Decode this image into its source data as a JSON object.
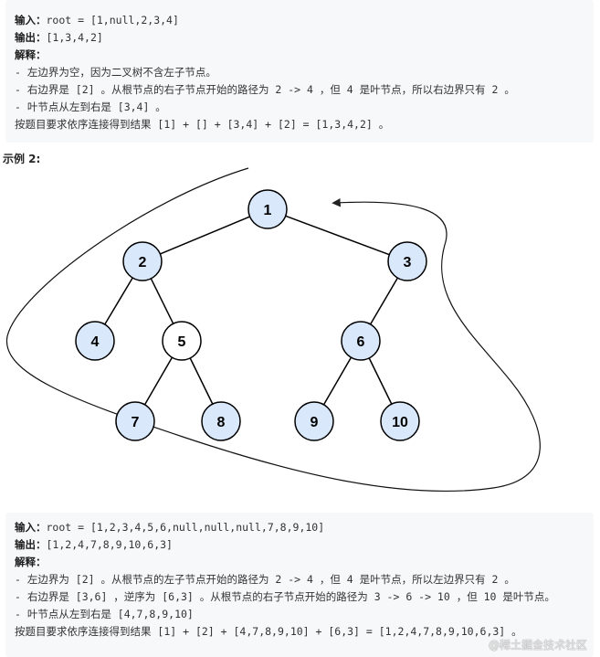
{
  "example1": {
    "input_label": "输入：",
    "input_value": "root = [1,null,2,3,4]",
    "output_label": "输出：",
    "output_value": "[1,3,4,2]",
    "explain_label": "解释：",
    "explain_lines": [
      "- 左边界为空，因为二叉树不含左子节点。",
      "- 右边界是 [2] 。从根节点的右子节点开始的路径为 2 -> 4 ，但 4 是叶节点，所以右边界只有 2 。",
      "- 叶节点从左到右是 [3,4] 。",
      "按题目要求依序连接得到结果 [1] + [] + [3,4] + [2] = [1,3,4,2] 。"
    ]
  },
  "example2_title": "示例 2:",
  "tree": {
    "node_fill_colors": {
      "boundary": "#dae8fc",
      "plain": "#ffffff"
    },
    "nodes": [
      {
        "id": "n1",
        "label": "1",
        "highlighted": true
      },
      {
        "id": "n2",
        "label": "2",
        "highlighted": true
      },
      {
        "id": "n3",
        "label": "3",
        "highlighted": true
      },
      {
        "id": "n4",
        "label": "4",
        "highlighted": true
      },
      {
        "id": "n5",
        "label": "5",
        "highlighted": false
      },
      {
        "id": "n6",
        "label": "6",
        "highlighted": true
      },
      {
        "id": "n7",
        "label": "7",
        "highlighted": true
      },
      {
        "id": "n8",
        "label": "8",
        "highlighted": true
      },
      {
        "id": "n9",
        "label": "9",
        "highlighted": true
      },
      {
        "id": "n10",
        "label": "10",
        "highlighted": true
      }
    ],
    "edges": [
      [
        "n1",
        "n2"
      ],
      [
        "n1",
        "n3"
      ],
      [
        "n2",
        "n4"
      ],
      [
        "n2",
        "n5"
      ],
      [
        "n3",
        "n6"
      ],
      [
        "n5",
        "n7"
      ],
      [
        "n5",
        "n8"
      ],
      [
        "n6",
        "n9"
      ],
      [
        "n6",
        "n10"
      ]
    ]
  },
  "example2": {
    "input_label": "输入：",
    "input_value": "root = [1,2,3,4,5,6,null,null,null,7,8,9,10]",
    "output_label": "输出：",
    "output_value": "[1,2,4,7,8,9,10,6,3]",
    "explain_label": "解释：",
    "explain_lines": [
      "- 左边界为 [2] 。从根节点的左子节点开始的路径为 2 -> 4 ，但 4 是叶节点，所以左边界只有 2 。",
      "- 右边界是 [3,6] ，逆序为 [6,3] 。从根节点的右子节点开始的路径为 3 -> 6 -> 10 ，但 10 是叶节点。",
      "- 叶节点从左到右是 [4,7,8,9,10]",
      "按题目要求依序连接得到结果 [1] + [2] + [4,7,8,9,10] + [6,3] = [1,2,4,7,8,9,10,6,3] 。"
    ]
  },
  "watermark": "@稀土掘金技术社区"
}
